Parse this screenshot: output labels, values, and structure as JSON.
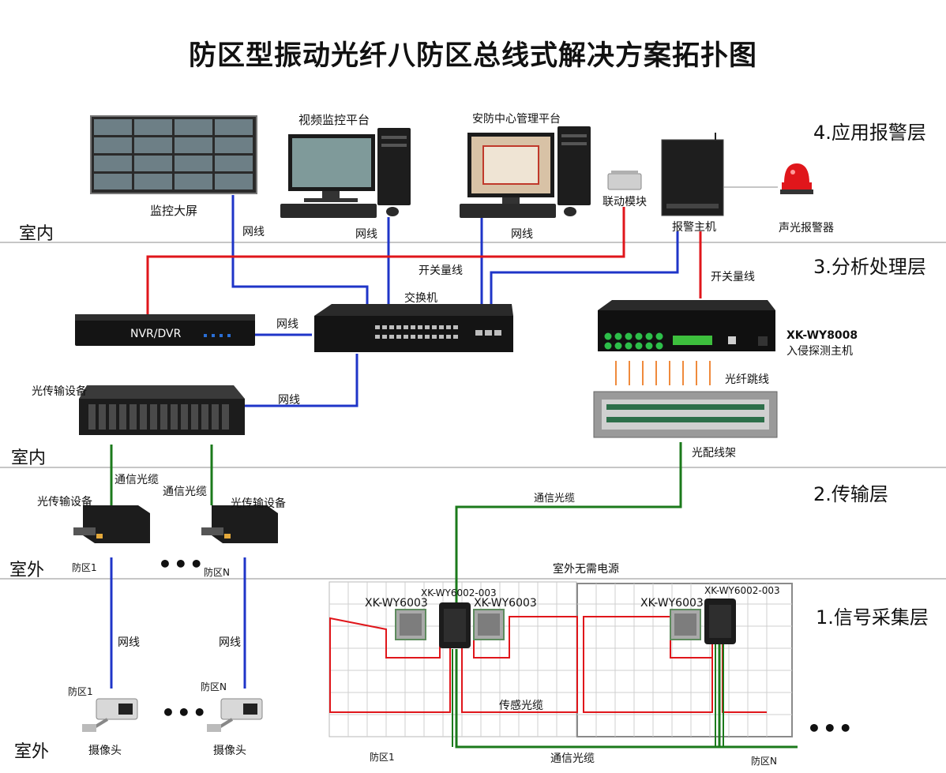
{
  "title": "防区型振动光纤八防区总线式解决方案拓扑图",
  "layers": {
    "application": "4.应用报警层",
    "analysis": "3.分析处理层",
    "transmission": "2.传输层",
    "signal": "1.信号采集层"
  },
  "zones": {
    "indoor_top": "室内",
    "indoor_mid": "室内",
    "outdoor_mid": "室外",
    "outdoor_bottom": "室外"
  },
  "devices": {
    "video_wall": "监控大屏",
    "video_platform": "视频监控平台",
    "security_platform": "安防中心管理平台",
    "linkage_module": "联动模块",
    "alarm_host": "报警主机",
    "sound_light_alarm": "声光报警器",
    "nvr": "NVR/DVR",
    "switch": "交换机",
    "detector_model": "XK-WY8008",
    "detector_name": "入侵探测主机",
    "optical_transmitter": "光传输设备",
    "odf": "光配线架",
    "converter_left": "光传输设备",
    "converter_right": "光传输设备",
    "camera_left": "摄像头",
    "camera_right": "摄像头",
    "sensor_a": "XK-WY6003",
    "sensor_b": "XK-WY6003",
    "sensor_c": "XK-WY6003",
    "junction_a": "XK-WY6002-003",
    "junction_b": "XK-WY6002-003"
  },
  "links": {
    "net_wall": "网线",
    "net_video": "网线",
    "net_security": "网线",
    "net_nvr": "网线",
    "net_transmitter": "网线",
    "switch_qty_line": "开关量线",
    "switch_qty_line_right": "开关量线",
    "fiber_jumper": "光纤跳线",
    "comm_cable_odf": "通信光缆",
    "comm_cable_left": "通信光缆",
    "comm_cable_right": "通信光缆",
    "comm_cable_bottom": "通信光缆",
    "net_camera_left": "网线",
    "net_camera_right": "网线",
    "no_power": "室外无需电源",
    "sensing_cable": "传感光缆"
  },
  "defense_zones": {
    "zone1_converter": "防区1",
    "zoneN_converter": "防区N",
    "zone1_camera": "防区1",
    "zoneN_camera": "防区N",
    "zone1_field": "防区1",
    "zoneN_field": "防区N"
  },
  "colors": {
    "network": "#1f35c8",
    "switch_line": "#e0161b",
    "comm_fiber": "#1b7a1b",
    "jumper": "#ef8a3c",
    "separator": "#8c8c8c"
  }
}
